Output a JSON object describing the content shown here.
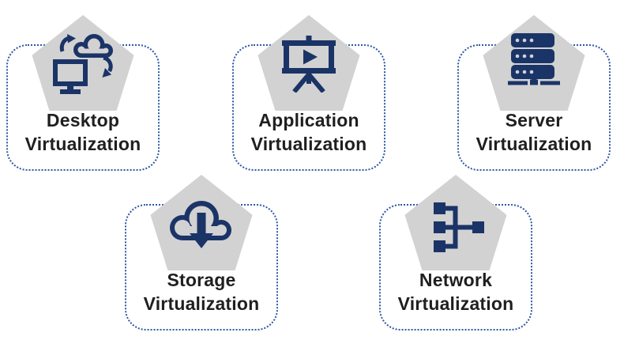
{
  "diagram": {
    "items": [
      {
        "id": "desktop",
        "label": "Desktop Virtualization",
        "icon": "desktop-cloud-sync-icon"
      },
      {
        "id": "application",
        "label": "Application Virtualization",
        "icon": "presentation-play-icon"
      },
      {
        "id": "server",
        "label": "Server Virtualization",
        "icon": "server-rack-icon"
      },
      {
        "id": "storage",
        "label": "Storage Virtualization",
        "icon": "cloud-download-icon"
      },
      {
        "id": "network",
        "label": "Network Virtualization",
        "icon": "network-tree-icon"
      }
    ]
  },
  "colors": {
    "pentagon_fill": "#d2d2d2",
    "icon_navy": "#1b3467",
    "border_blue": "#2d57a5",
    "label_text": "#1f1f1f",
    "background": "#ffffff"
  }
}
